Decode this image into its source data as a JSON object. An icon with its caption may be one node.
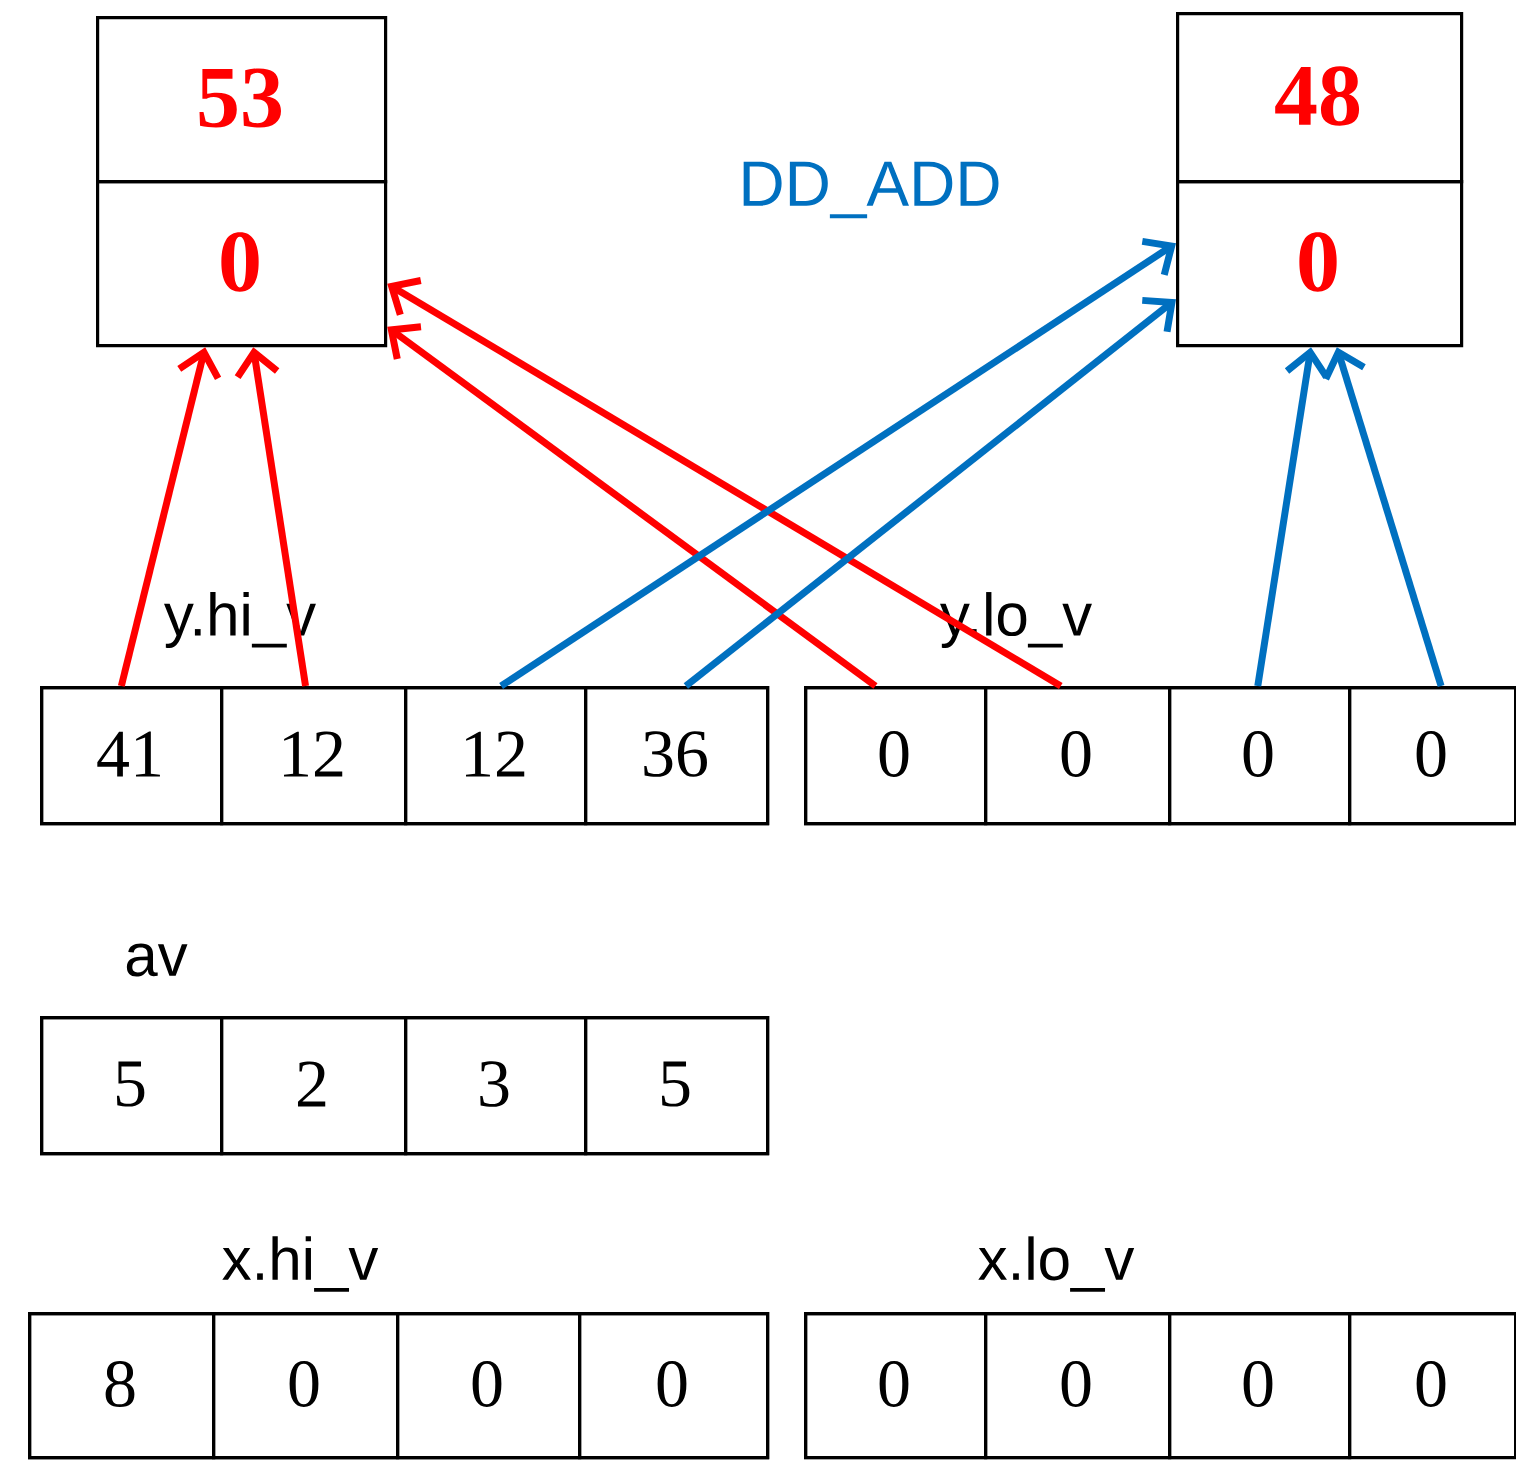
{
  "diagram": {
    "nodes": [
      {
        "text": [
          "53"
        ]
      },
      {
        "text": [
          "0"
        ]
      },
      {
        "text": [
          "48"
        ]
      },
      {
        "text": [
          "0"
        ]
      },
      {
        "text": [
          "y.hi_v"
        ]
      },
      {
        "text": [
          "41"
        ],
        "in": 4
      },
      {
        "text": [
          "12"
        ],
        "in": 4
      },
      {
        "text": [
          "12"
        ],
        "in": 4
      },
      {
        "text": [
          "36"
        ],
        "in": 4
      },
      {
        "text": [
          "y.lo_v"
        ]
      },
      {
        "text": [
          "0"
        ],
        "in": 9
      },
      {
        "text": [
          "0"
        ],
        "in": 9
      },
      {
        "text": [
          "0"
        ],
        "in": 9
      },
      {
        "text": [
          "0"
        ],
        "in": 9
      },
      {
        "text": [
          "av"
        ]
      },
      {
        "text": [
          "5"
        ],
        "in": 14
      },
      {
        "text": [
          "2"
        ],
        "in": 14
      },
      {
        "text": [
          "3"
        ],
        "in": 14
      },
      {
        "text": [
          "5"
        ],
        "in": 14
      },
      {
        "text": [
          "x.hi_v"
        ]
      },
      {
        "text": [
          "8"
        ],
        "in": 19
      },
      {
        "text": [
          "0"
        ],
        "in": 19
      },
      {
        "text": [
          "0"
        ],
        "in": 19
      },
      {
        "text": [
          "0"
        ],
        "in": 19
      },
      {
        "text": [
          "x.lo_v"
        ]
      },
      {
        "text": [
          "0"
        ],
        "in": 24
      },
      {
        "text": [
          "0"
        ],
        "in": 24
      },
      {
        "text": [
          "0"
        ],
        "in": 24
      },
      {
        "text": [
          "0"
        ],
        "in": 24
      }
    ],
    "edges": [
      {
        "from": 5,
        "to": 1,
        "arrow": "to",
        "color": "#ff0000"
      },
      {
        "from": 6,
        "to": 1,
        "arrow": "to",
        "color": "#ff0000"
      },
      {
        "from": 10,
        "to": 1,
        "arrow": "to",
        "color": "#ff0000"
      },
      {
        "from": 11,
        "to": 1,
        "arrow": "to",
        "color": "#ff0000"
      },
      {
        "from": 7,
        "to": 3,
        "arrow": "to",
        "color": "#0070c0"
      },
      {
        "from": 8,
        "to": 3,
        "arrow": "to",
        "color": "#0070c0"
      },
      {
        "from": 12,
        "to": 3,
        "arrow": "to",
        "color": "#0070c0"
      },
      {
        "from": 13,
        "to": 3,
        "arrow": "to",
        "color": "#0070c0"
      }
    ],
    "labels": [
      "DD_ADD"
    ]
  }
}
